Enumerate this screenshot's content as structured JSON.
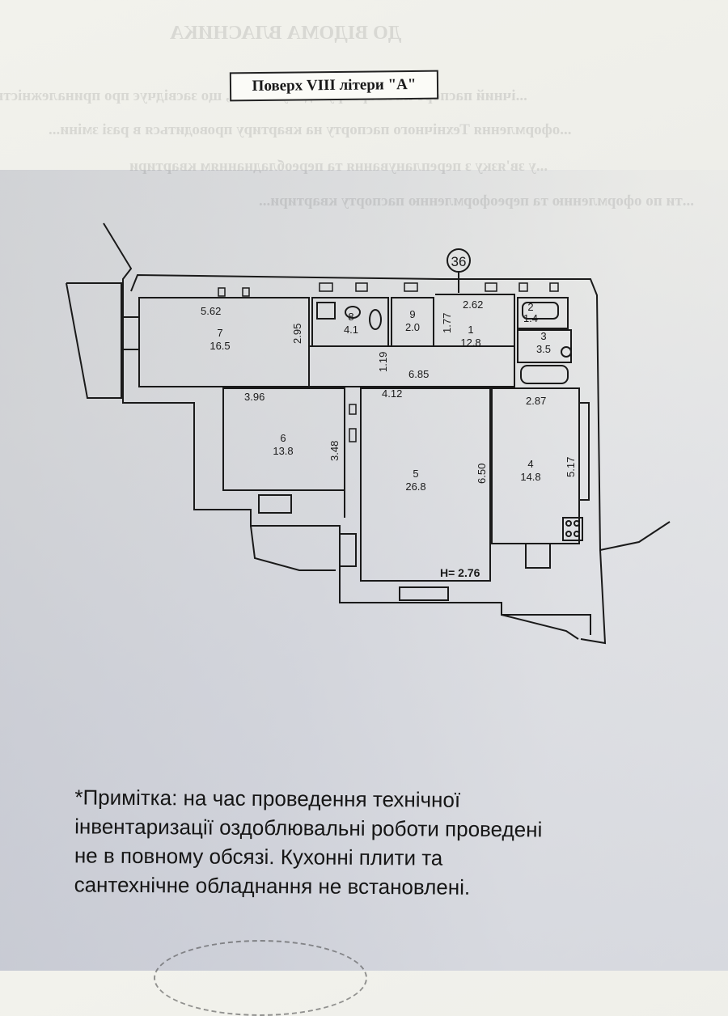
{
  "document": {
    "heading": "Поверх  VIII  літери \"А\"",
    "axis_marker": "36",
    "ceiling_height": "H= 2.76"
  },
  "bleed_through": [
    "ДО ВІДОМА ВЛАСНИКА",
    "...ічний паспорт на квартиру є документом, що засвідчує про приналежність...",
    "...оформлення Технічного паспорту на квартиру проводиться в разі зміни...",
    "...у зв'язку з перепланування та переобладнанням квартири",
    "...ти по оформленню та переоформленню паспорту квартири..."
  ],
  "rooms": [
    {
      "number": "1",
      "area": "12.8"
    },
    {
      "number": "2",
      "area": "1.4"
    },
    {
      "number": "3",
      "area": "3.5"
    },
    {
      "number": "4",
      "area": "14.8"
    },
    {
      "number": "5",
      "area": "26.8"
    },
    {
      "number": "6",
      "area": "13.8"
    },
    {
      "number": "7",
      "area": "16.5"
    },
    {
      "number": "8",
      "area": "4.1"
    },
    {
      "number": "9",
      "area": "2.0"
    }
  ],
  "dimensions": {
    "d_5_62": "5.62",
    "d_2_95": "2.95",
    "d_1_77": "1.77",
    "d_2_62": "2.62",
    "d_1_19": "1.19",
    "d_6_85": "6.85",
    "d_3_96": "3.96",
    "d_4_12": "4.12",
    "d_2_87": "2.87",
    "d_3_48": "3.48",
    "d_6_50": "6.50",
    "d_5_17": "5.17"
  },
  "note": {
    "line1": "*Примітка: на час проведення технічної",
    "line2": "інвентаризації оздоблювальні роботи проведені",
    "line3": " не в повному обсязі.  Кухонні плити та",
    "line4": "сантехнічне обладнання не встановлені."
  },
  "colors": {
    "ink": "#1a1a1a",
    "paper": "#eeeee9"
  }
}
